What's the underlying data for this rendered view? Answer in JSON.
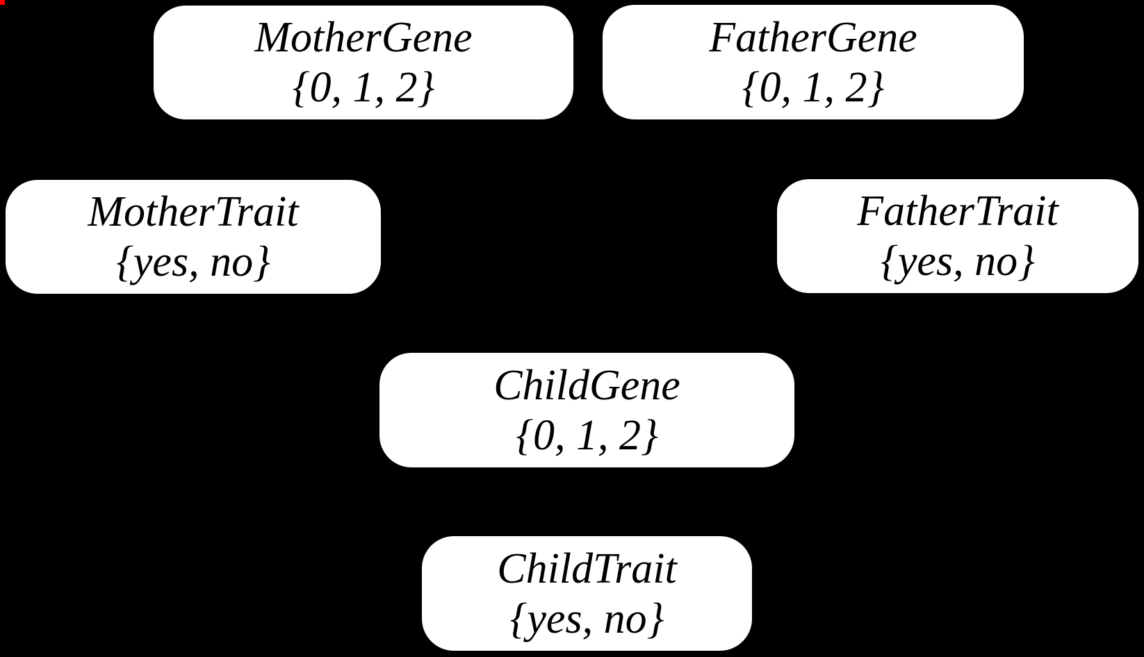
{
  "diagram": {
    "type": "bayesian-network",
    "nodes": [
      {
        "id": "mother-gene",
        "label": "MotherGene",
        "domain": "{0, 1, 2}"
      },
      {
        "id": "father-gene",
        "label": "FatherGene",
        "domain": "{0, 1, 2}"
      },
      {
        "id": "mother-trait",
        "label": "MotherTrait",
        "domain": "{yes, no}"
      },
      {
        "id": "father-trait",
        "label": "FatherTrait",
        "domain": "{yes, no}"
      },
      {
        "id": "child-gene",
        "label": "ChildGene",
        "domain": "{0, 1, 2}"
      },
      {
        "id": "child-trait",
        "label": "ChildTrait",
        "domain": "{yes, no}"
      }
    ]
  },
  "colors": {
    "background": "#000000",
    "node_fill": "#ffffff",
    "node_text": "#000000",
    "artifact_red": "#fe0000"
  }
}
